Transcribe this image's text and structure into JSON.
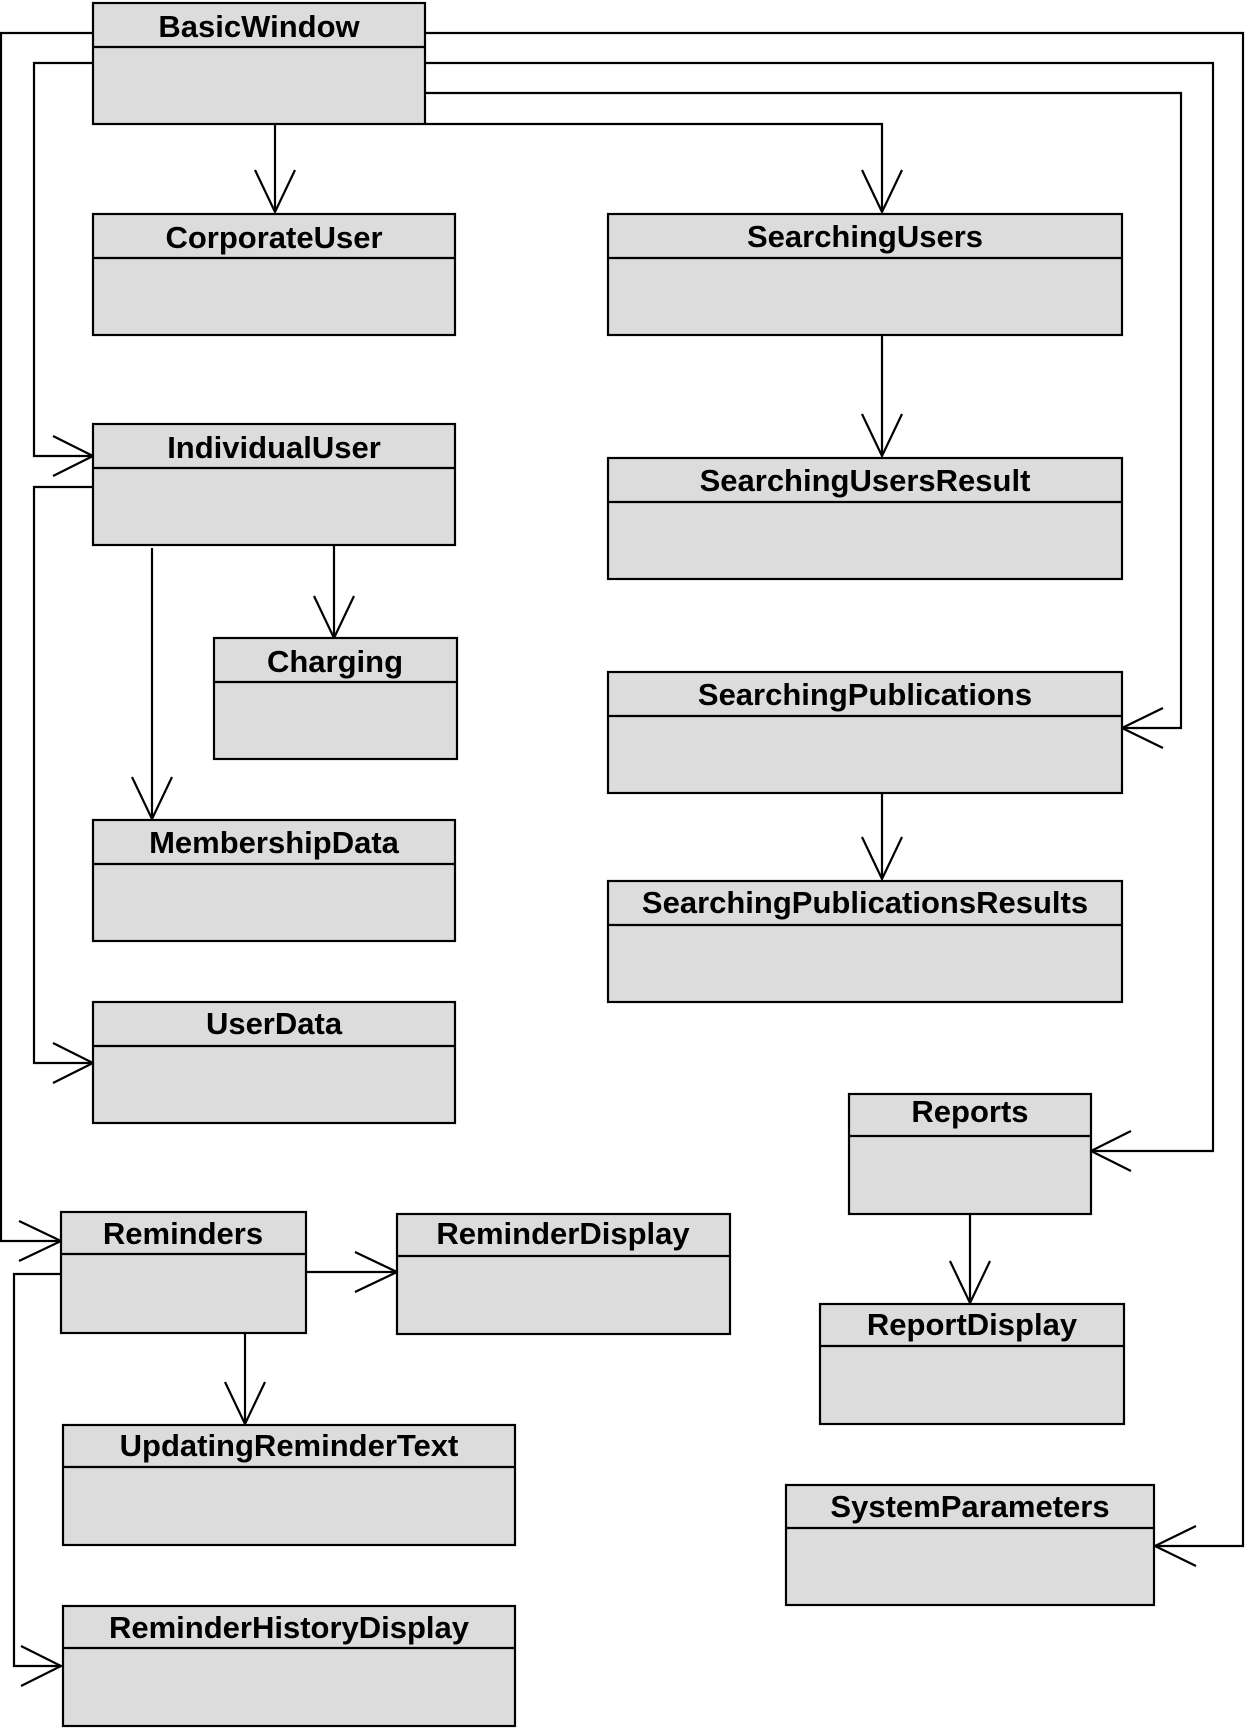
{
  "diagram": {
    "type": "uml-class-navigation",
    "classes": {
      "basic_window": "BasicWindow",
      "corporate_user": "CorporateUser",
      "searching_users": "SearchingUsers",
      "individual_user": "IndividualUser",
      "searching_users_result": "SearchingUsersResult",
      "charging": "Charging",
      "searching_publications": "SearchingPublications",
      "membership_data": "MembershipData",
      "searching_publications_results": "SearchingPublicationsResults",
      "user_data": "UserData",
      "reports": "Reports",
      "reminders": "Reminders",
      "reminder_display": "ReminderDisplay",
      "report_display": "ReportDisplay",
      "updating_reminder_text": "UpdatingReminderText",
      "system_parameters": "SystemParameters",
      "reminder_history_display": "ReminderHistoryDisplay"
    },
    "associations": [
      {
        "from": "BasicWindow",
        "to": "CorporateUser"
      },
      {
        "from": "BasicWindow",
        "to": "SearchingUsers"
      },
      {
        "from": "BasicWindow",
        "to": "IndividualUser"
      },
      {
        "from": "BasicWindow",
        "to": "Reminders"
      },
      {
        "from": "BasicWindow",
        "to": "SearchingPublications"
      },
      {
        "from": "BasicWindow",
        "to": "Reports"
      },
      {
        "from": "BasicWindow",
        "to": "SystemParameters"
      },
      {
        "from": "SearchingUsers",
        "to": "SearchingUsersResult"
      },
      {
        "from": "SearchingPublications",
        "to": "SearchingPublicationsResults"
      },
      {
        "from": "IndividualUser",
        "to": "Charging"
      },
      {
        "from": "IndividualUser",
        "to": "MembershipData"
      },
      {
        "from": "IndividualUser",
        "to": "UserData"
      },
      {
        "from": "Reports",
        "to": "ReportDisplay"
      },
      {
        "from": "Reminders",
        "to": "ReminderDisplay"
      },
      {
        "from": "Reminders",
        "to": "UpdatingReminderText"
      },
      {
        "from": "Reminders",
        "to": "ReminderHistoryDisplay"
      }
    ]
  }
}
